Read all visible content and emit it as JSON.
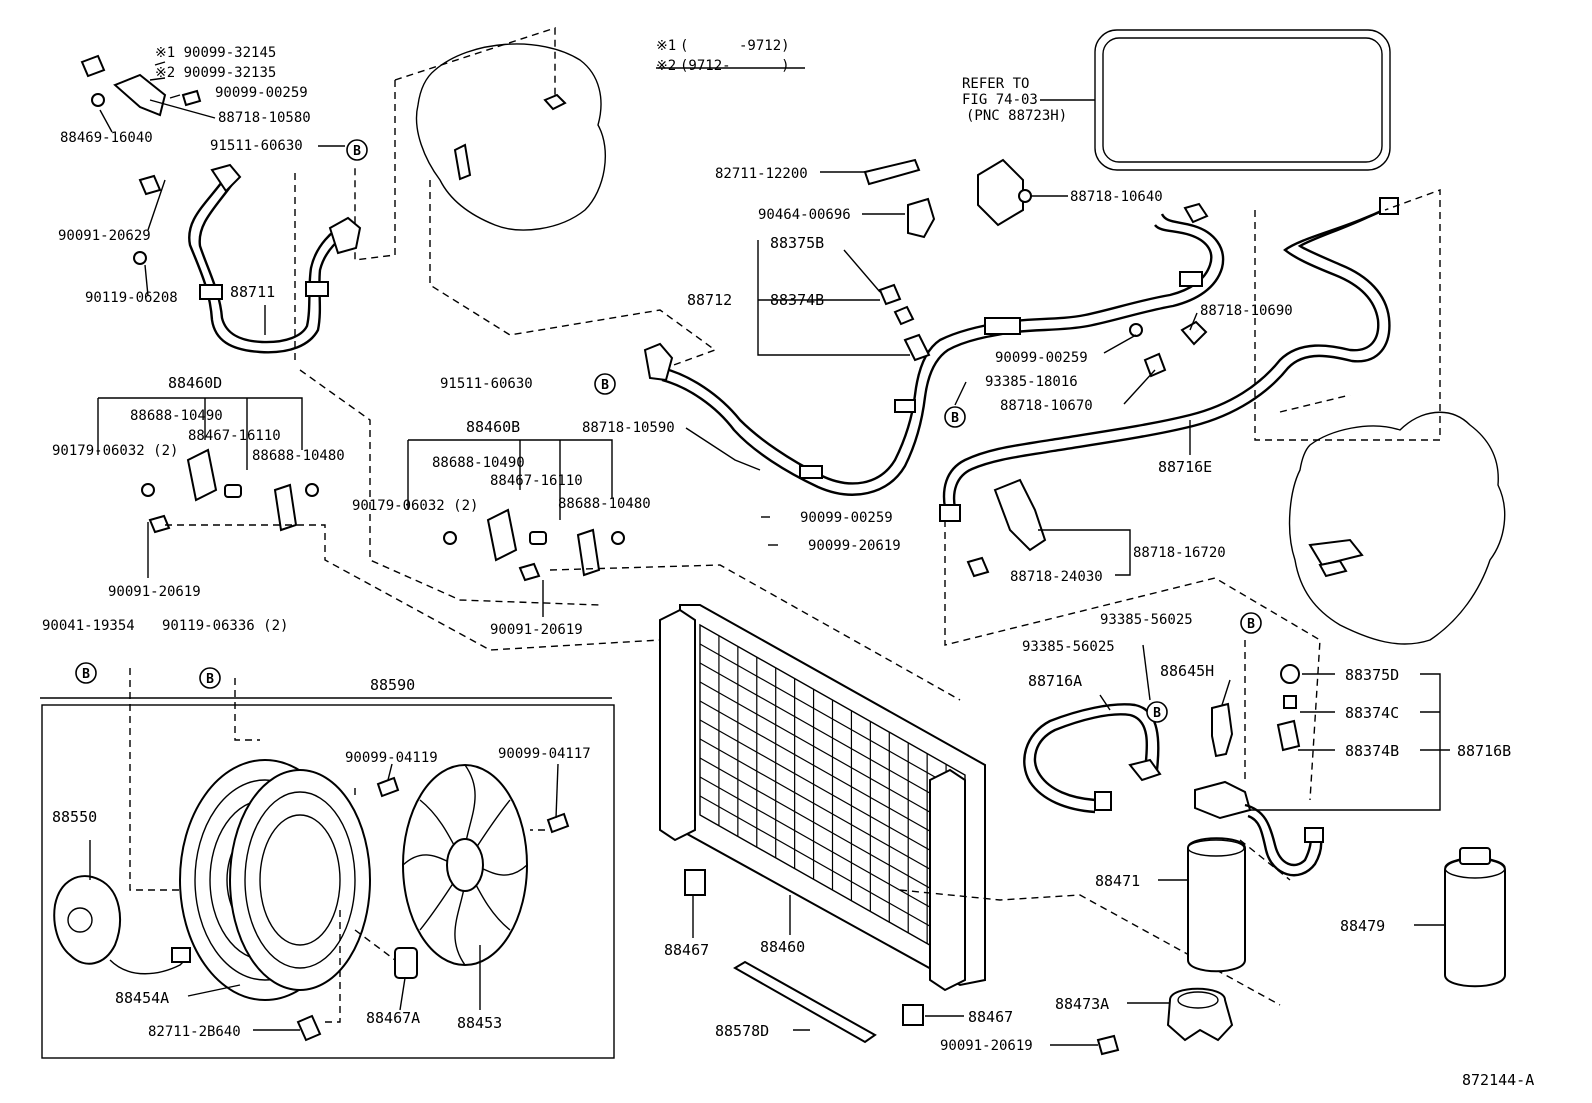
{
  "notes": {
    "legend": [
      {
        "mark": "※1",
        "text": "(      -9712)"
      },
      {
        "mark": "※2",
        "text": "(9712-      )"
      }
    ],
    "refer": [
      "REFER TO",
      "FIG 74-03",
      "(PNC 88723H)"
    ],
    "figure_id": "872144-A"
  },
  "parts": [
    {
      "id": "p1",
      "text": "※1  90099-32145"
    },
    {
      "id": "p2",
      "text": "※2  90099-32135"
    },
    {
      "id": "p3",
      "text": "90099-00259"
    },
    {
      "id": "p4",
      "text": "88718-10580"
    },
    {
      "id": "p5",
      "text": "88469-16040"
    },
    {
      "id": "p6",
      "text": "91511-60630"
    },
    {
      "id": "p7",
      "text": "90091-20629"
    },
    {
      "id": "p8",
      "text": "88711"
    },
    {
      "id": "p9",
      "text": "90119-06208"
    },
    {
      "id": "p10",
      "text": "88460D"
    },
    {
      "id": "p11",
      "text": "88688-10490"
    },
    {
      "id": "p12",
      "text": "88467-16110"
    },
    {
      "id": "p13",
      "text": "90179-06032 (2)"
    },
    {
      "id": "p14",
      "text": "88688-10480"
    },
    {
      "id": "p15",
      "text": "90091-20619"
    },
    {
      "id": "p16",
      "text": "90041-19354"
    },
    {
      "id": "p17",
      "text": "90119-06336 (2)"
    },
    {
      "id": "p18",
      "text": "88590"
    },
    {
      "id": "p19",
      "text": "90099-04119"
    },
    {
      "id": "p20",
      "text": "90099-04117"
    },
    {
      "id": "p21",
      "text": "88550"
    },
    {
      "id": "p22",
      "text": "88454A"
    },
    {
      "id": "p23",
      "text": "88467A"
    },
    {
      "id": "p24",
      "text": "88453"
    },
    {
      "id": "p25",
      "text": "82711-2B640"
    },
    {
      "id": "p26",
      "text": "82711-12200"
    },
    {
      "id": "p27",
      "text": "90464-00696"
    },
    {
      "id": "p28",
      "text": "88718-10640"
    },
    {
      "id": "p29",
      "text": "88375B"
    },
    {
      "id": "p30",
      "text": "88712"
    },
    {
      "id": "p31",
      "text": "88374B"
    },
    {
      "id": "p32",
      "text": "88718-10690"
    },
    {
      "id": "p33",
      "text": "90099-00259"
    },
    {
      "id": "p34",
      "text": "91511-60630"
    },
    {
      "id": "p35",
      "text": "93385-18016"
    },
    {
      "id": "p36",
      "text": "88718-10670"
    },
    {
      "id": "p37",
      "text": "88460B"
    },
    {
      "id": "p38",
      "text": "88718-10590"
    },
    {
      "id": "p39",
      "text": "88688-10490"
    },
    {
      "id": "p40",
      "text": "88467-16110"
    },
    {
      "id": "p41",
      "text": "90179-06032 (2)"
    },
    {
      "id": "p42",
      "text": "88688-10480"
    },
    {
      "id": "p43",
      "text": "90099-00259"
    },
    {
      "id": "p44",
      "text": "90099-20619"
    },
    {
      "id": "p45",
      "text": "90091-20619"
    },
    {
      "id": "p46",
      "text": "88716E"
    },
    {
      "id": "p47",
      "text": "88718-16720"
    },
    {
      "id": "p48",
      "text": "88718-24030"
    },
    {
      "id": "p49",
      "text": "93385-56025"
    },
    {
      "id": "p50",
      "text": "93385-56025"
    },
    {
      "id": "p51",
      "text": "88716A"
    },
    {
      "id": "p52",
      "text": "88645H"
    },
    {
      "id": "p53",
      "text": "88375D"
    },
    {
      "id": "p54",
      "text": "88374C"
    },
    {
      "id": "p55",
      "text": "88374B"
    },
    {
      "id": "p56",
      "text": "88716B"
    },
    {
      "id": "p57",
      "text": "88471"
    },
    {
      "id": "p58",
      "text": "88479"
    },
    {
      "id": "p59",
      "text": "88467"
    },
    {
      "id": "p60",
      "text": "88460"
    },
    {
      "id": "p61",
      "text": "88467"
    },
    {
      "id": "p62",
      "text": "88473A"
    },
    {
      "id": "p63",
      "text": "88578D"
    },
    {
      "id": "p64",
      "text": "90091-20619"
    }
  ],
  "callout": "B"
}
